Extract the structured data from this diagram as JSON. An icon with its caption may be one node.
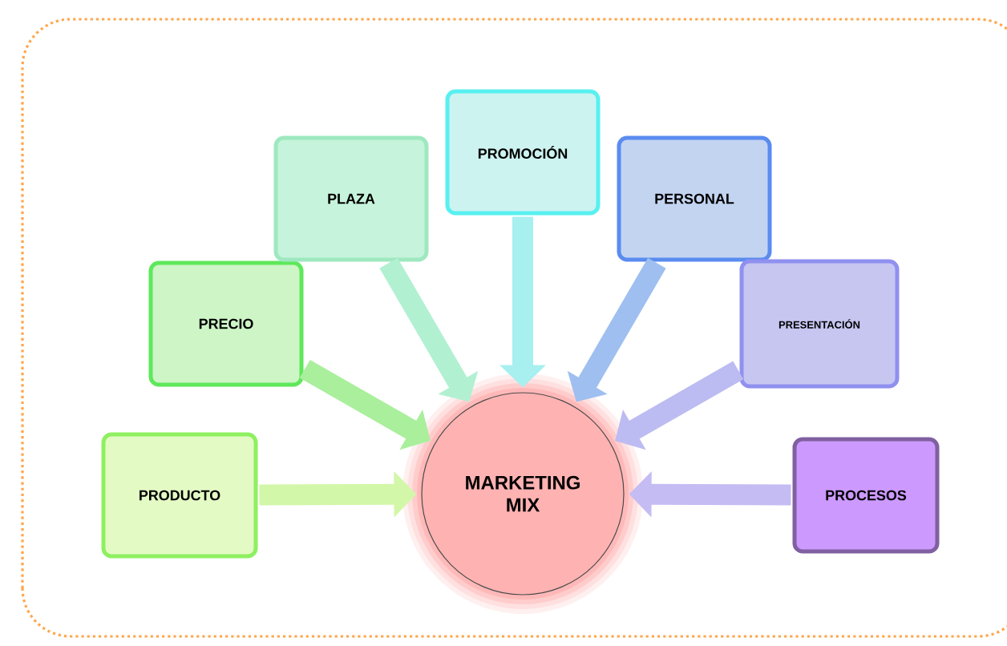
{
  "diagram": {
    "nodes": [
      {
        "text": [
          "PRODUCTO"
        ]
      },
      {
        "text": [
          "PRECIO"
        ]
      },
      {
        "text": [
          "PLAZA"
        ]
      },
      {
        "text": [
          "PROMOCIÓN"
        ]
      },
      {
        "text": [
          "PERSONAL"
        ]
      },
      {
        "text": [
          "PRESENTACIÓN"
        ]
      },
      {
        "text": [
          "PROCESOS"
        ]
      },
      {
        "text": [
          "MARKETING MIX"
        ]
      }
    ],
    "edges": [
      {
        "from": 0,
        "to": 7,
        "arrow": "to",
        "color": "#d2f7a8"
      },
      {
        "from": 1,
        "to": 7,
        "arrow": "to",
        "color": "#a9ef9c"
      },
      {
        "from": 2,
        "to": 7,
        "arrow": "to",
        "color": "#b2f0d2"
      },
      {
        "from": 3,
        "to": 7,
        "arrow": "to",
        "color": "#a8eff0"
      },
      {
        "from": 4,
        "to": 7,
        "arrow": "to",
        "color": "#9fbff0"
      },
      {
        "from": 5,
        "to": 7,
        "arrow": "to",
        "color": "#bcbcf2"
      },
      {
        "from": 6,
        "to": 7,
        "arrow": "to",
        "color": "#c4bcf2"
      }
    ]
  }
}
